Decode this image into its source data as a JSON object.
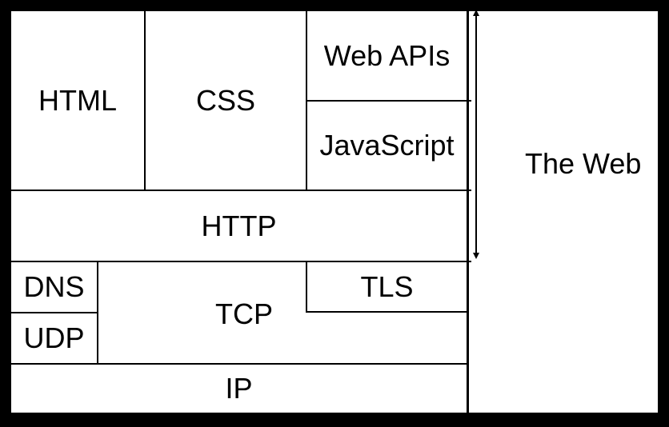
{
  "diagram": {
    "layers": {
      "html": "HTML",
      "css": "CSS",
      "web_apis": "Web APIs",
      "javascript": "JavaScript",
      "http": "HTTP",
      "dns": "DNS",
      "udp": "UDP",
      "tcp": "TCP",
      "tls": "TLS",
      "ip": "IP"
    },
    "bracket_label": "The Web",
    "colors": {
      "background": "#000000",
      "cell": "#ffffff",
      "text": "#000000"
    }
  }
}
